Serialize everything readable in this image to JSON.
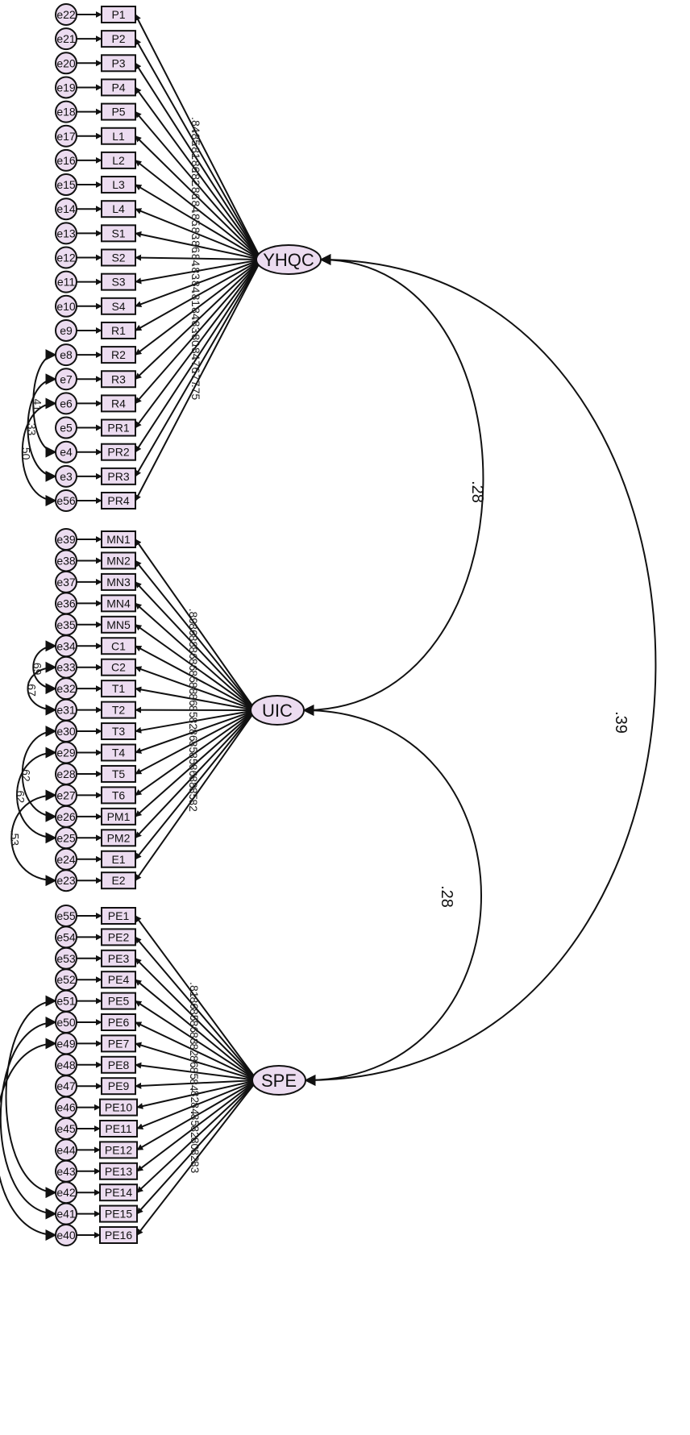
{
  "groups": [
    {
      "latent": "YHQC",
      "errors": [
        "e22",
        "e21",
        "e20",
        "e19",
        "e18",
        "e17",
        "e16",
        "e15",
        "e14",
        "e13",
        "e12",
        "e11",
        "e10",
        "e9",
        "e8",
        "e7",
        "e6",
        "e5",
        "e4",
        "e3",
        "e56"
      ],
      "indicators": [
        "P1",
        "P2",
        "P3",
        "P4",
        "P5",
        "L1",
        "L2",
        "L3",
        "L4",
        "S1",
        "S2",
        "S3",
        "S4",
        "R1",
        "R2",
        "R3",
        "R4",
        "PR1",
        "PR2",
        "PR3",
        "PR4"
      ],
      "loadings": [
        ".84",
        ".85",
        ".81",
        ".86",
        ".82",
        ".86",
        ".84",
        ".85",
        ".83",
        ".86",
        ".84",
        ".83",
        ".84",
        ".81",
        ".84",
        ".83",
        ".80",
        ".84",
        ".76",
        ".77",
        ".75"
      ],
      "error_covariances": [
        {
          "from": "e8",
          "to": "e4",
          "value": ".41"
        },
        {
          "from": "e7",
          "to": "e3",
          "value": ".33"
        },
        {
          "from": "e6",
          "to": "e56",
          "value": ".50"
        }
      ]
    },
    {
      "latent": "UIC",
      "errors": [
        "e39",
        "e38",
        "e37",
        "e36",
        "e35",
        "e34",
        "e33",
        "e32",
        "e31",
        "e30",
        "e29",
        "e28",
        "e27",
        "e26",
        "e25",
        "e24",
        "e23"
      ],
      "indicators": [
        "MN1",
        "MN2",
        "MN3",
        "MN4",
        "MN5",
        "C1",
        "C2",
        "T1",
        "T2",
        "T3",
        "T4",
        "T5",
        "T6",
        "PM1",
        "PM2",
        "E1",
        "E2"
      ],
      "loadings": [
        ".89",
        ".86",
        ".88",
        ".86",
        ".86",
        ".85",
        ".88",
        ".86",
        ".85",
        ".82",
        ".86",
        ".85",
        ".85",
        ".86",
        ".88",
        ".85",
        ".82"
      ],
      "error_covariances": [
        {
          "from": "e34",
          "to": "e32",
          "value": ".69"
        },
        {
          "from": "e33",
          "to": "e31",
          "value": ".67"
        },
        {
          "from": "e30",
          "to": "e26",
          "value": ".62"
        },
        {
          "from": "e29",
          "to": "e25",
          "value": ".62"
        },
        {
          "from": "e27",
          "to": "e23",
          "value": ".53"
        }
      ]
    },
    {
      "latent": "SPE",
      "errors": [
        "e55",
        "e54",
        "e53",
        "e52",
        "e51",
        "e50",
        "e49",
        "e48",
        "e47",
        "e46",
        "e45",
        "e44",
        "e43",
        "e42",
        "e41",
        "e40"
      ],
      "indicators": [
        "PE1",
        "PE2",
        "PE3",
        "PE4",
        "PE5",
        "PE6",
        "PE7",
        "PE8",
        "PE9",
        "PE10",
        "PE11",
        "PE12",
        "PE13",
        "PE14",
        "PE15",
        "PE16"
      ],
      "loadings": [
        ".81",
        ".86",
        ".85",
        ".86",
        ".83",
        ".82",
        ".86",
        ".85",
        ".84",
        ".82",
        ".84",
        ".85",
        ".82",
        ".80",
        ".82",
        ".83"
      ],
      "error_covariances": [
        {
          "from": "e51",
          "to": "e42"
        },
        {
          "from": "e50",
          "to": "e41"
        },
        {
          "from": "e49",
          "to": "e40"
        }
      ]
    }
  ],
  "latent_correlations": [
    {
      "from": "YHQC",
      "to": "UIC",
      "value": ".28"
    },
    {
      "from": "UIC",
      "to": "SPE",
      "value": ".28"
    },
    {
      "from": "YHQC",
      "to": "SPE",
      "value": ".39"
    }
  ],
  "colors": {
    "node_fill": "#ecdcf0",
    "stroke": "#111111"
  }
}
